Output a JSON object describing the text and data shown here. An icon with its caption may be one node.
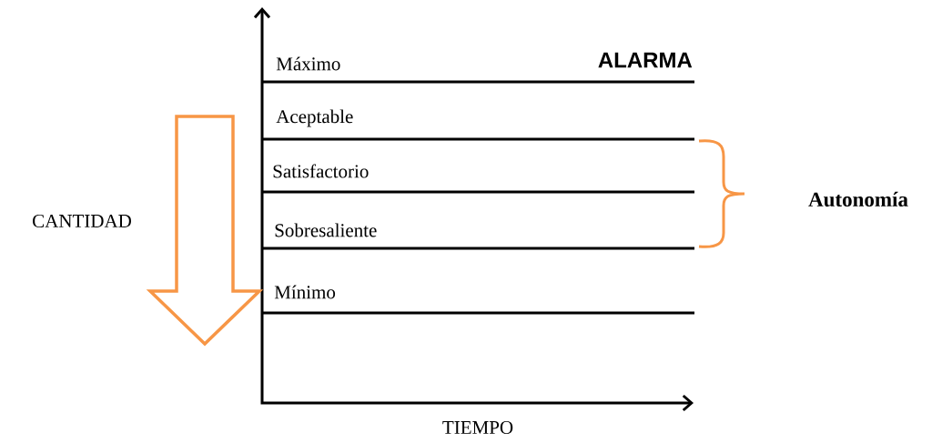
{
  "diagram": {
    "labels": [
      "Máximo",
      "ALARMA",
      "Aceptable",
      "Satisfactorio",
      "Autonomía",
      "CANTIDAD",
      "Sobresaliente",
      "Mínimo",
      "TIEMPO"
    ]
  }
}
